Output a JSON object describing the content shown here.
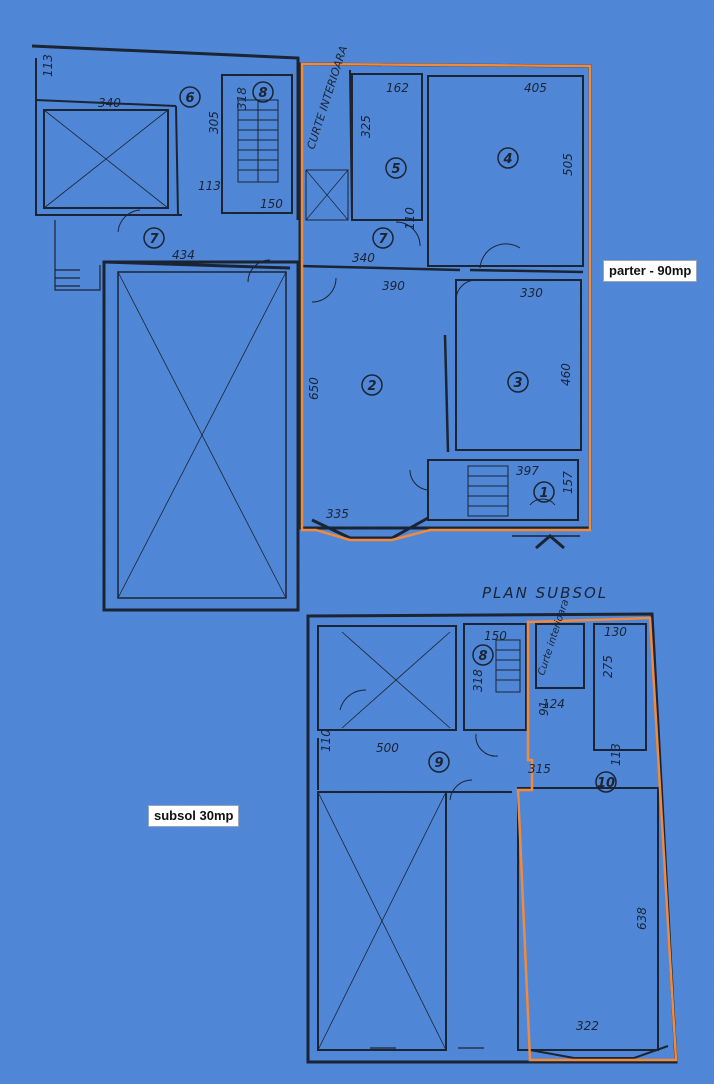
{
  "colors": {
    "background": "#4f86d6",
    "ink": "#1b2433",
    "highlight": "#f08a3c",
    "label_bg": "#ffffff"
  },
  "labels": {
    "parter": "parter - 90mp",
    "subsol": "subsol 30mp",
    "plan_subsol": "PLAN SUBSOL"
  },
  "ground_floor": {
    "rooms": [
      "6",
      "8",
      "5",
      "4",
      "7",
      "7",
      "2",
      "3",
      "1"
    ],
    "dimensions": [
      "113",
      "340",
      "305",
      "318",
      "113",
      "150",
      "162",
      "325",
      "405",
      "505",
      "110",
      "340",
      "434",
      "390",
      "330",
      "650",
      "460",
      "397",
      "157",
      "335"
    ],
    "courtyard": "CURTE INTERIOARA"
  },
  "basement": {
    "rooms": [
      "8",
      "9",
      "10"
    ],
    "dimensions": [
      "150",
      "318",
      "130",
      "275",
      "124",
      "91",
      "110",
      "500",
      "315",
      "113",
      "638",
      "322"
    ],
    "courtyard": "Curte interioara"
  }
}
